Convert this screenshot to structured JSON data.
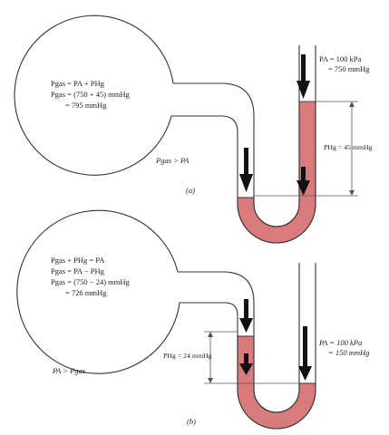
{
  "panel_a": {
    "flask_eq_line1": "Pgas = PA + PHg",
    "flask_eq_line2": "Pgas = (750 + 45) mmHg",
    "flask_eq_line3": "= 795 mmHg",
    "relation": "Pgas > PA",
    "atm_line1": "PA = 100 kPa",
    "atm_line2": "= 750 mmHg",
    "hg_label": "PHg = 45 mmHg",
    "caption": "(a)"
  },
  "panel_b": {
    "flask_eq_line1": "Pgas + PHg = PA",
    "flask_eq_line2": "Pgas = PA − PHg",
    "flask_eq_line3": "Pgas = (750 − 24) mmHg",
    "flask_eq_line4": "= 726 mmHg",
    "relation": "PA > Pgas",
    "atm_line1": "PA = 100 kPa",
    "atm_line2": "= 150 mmHg",
    "hg_label": "PHg = 24 mmHg",
    "caption": "(b)"
  },
  "colors": {
    "mercury": "#d97a7c",
    "outline": "#333333"
  }
}
